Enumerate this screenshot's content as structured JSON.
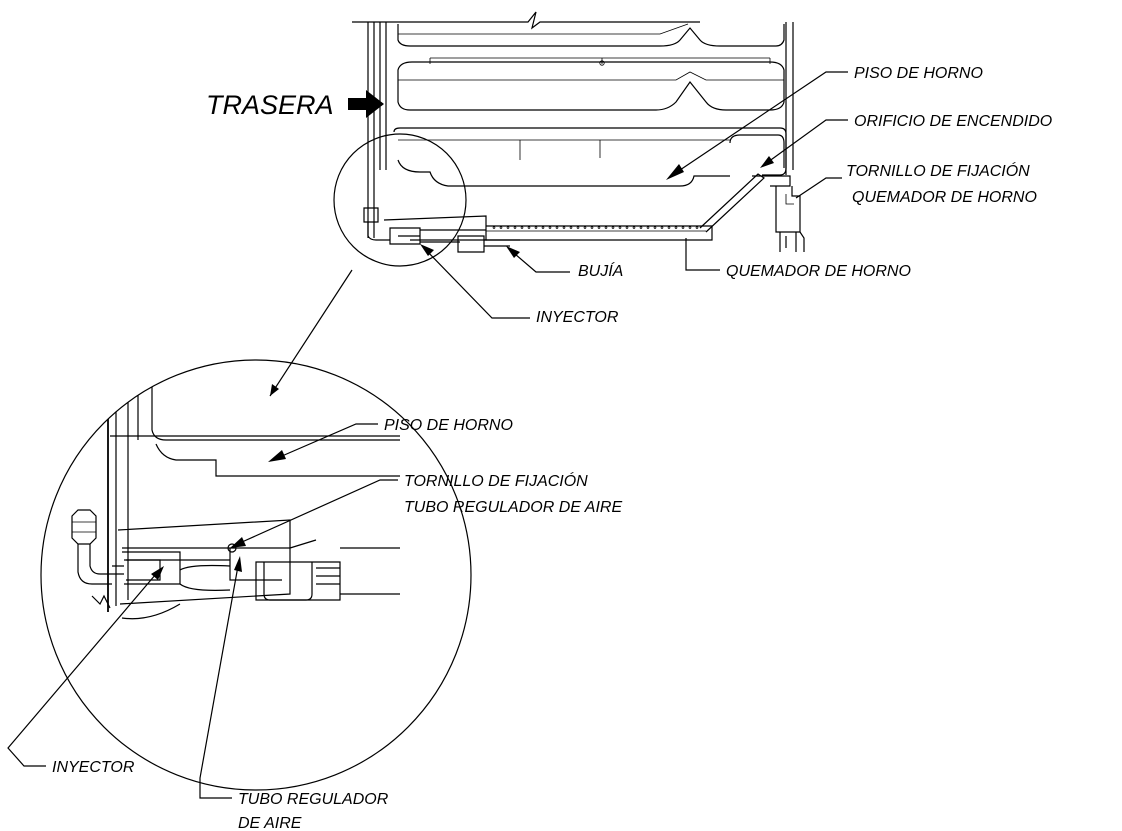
{
  "labels": {
    "trasera": "TRASERA",
    "piso_de_horno_top": "PISO DE HORNO",
    "orificio_de_encendido": "ORIFICIO DE ENCENDIDO",
    "tornillo_quemador_l1": "TORNILLO DE FIJACIÓN",
    "tornillo_quemador_l2": "QUEMADOR DE HORNO",
    "bujia": "BUJÍA",
    "quemador_de_horno": "QUEMADOR DE HORNO",
    "inyector_top": "INYECTOR",
    "piso_de_horno_detail": "PISO DE HORNO",
    "tornillo_tubo_l1": "TORNILLO DE FIJACIÓN",
    "tornillo_tubo_l2": "TUBO REGULADOR DE AIRE",
    "inyector_detail": "INYECTOR",
    "tubo_regulador_l1": "TUBO REGULADOR",
    "tubo_regulador_l2": "DE AIRE"
  }
}
